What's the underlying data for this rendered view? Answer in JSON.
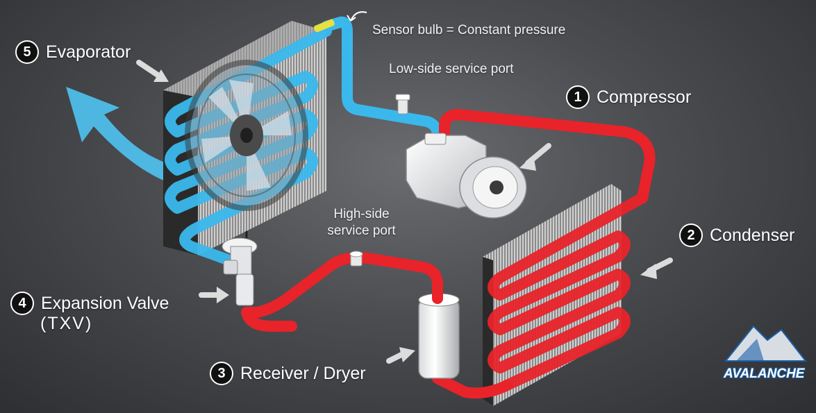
{
  "labels": {
    "evaporator": {
      "number": "5",
      "text": "Evaporator"
    },
    "compressor": {
      "number": "1",
      "text": "Compressor"
    },
    "condenser": {
      "number": "2",
      "text": "Condenser"
    },
    "expansion_valve": {
      "number": "4",
      "text": "Expansion Valve",
      "subtext": "(TXV)"
    },
    "receiver_dryer": {
      "number": "3",
      "text": "Receiver / Dryer"
    }
  },
  "notes": {
    "sensor_bulb": "Sensor bulb = Constant pressure",
    "low_side_port": "Low-side service port",
    "high_side_port_line1": "High-side",
    "high_side_port_line2": "service port"
  },
  "logo": {
    "text": "AVALANCHE"
  },
  "colors": {
    "hot_line": "#e8232a",
    "cold_line": "#3ab8ec",
    "airflow": "#4fc3f2",
    "coil_frame": "#2a2a2a"
  }
}
